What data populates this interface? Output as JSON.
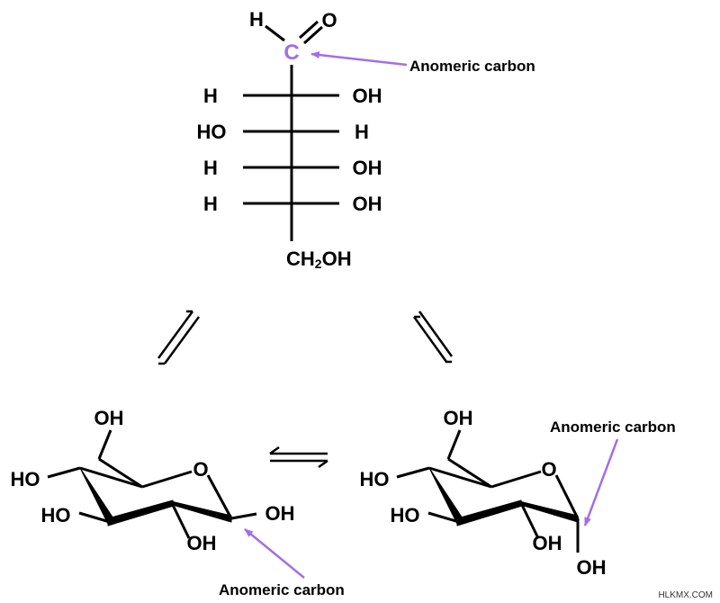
{
  "colors": {
    "bond": "#000000",
    "highlight": "#a46ee6",
    "background": "#ffffff"
  },
  "fischer": {
    "aldehyde_h": "H",
    "aldehyde_o": "O",
    "anomeric_c": "C",
    "rows": [
      {
        "left": "H",
        "right": "OH"
      },
      {
        "left": "HO",
        "right": "H"
      },
      {
        "left": "H",
        "right": "OH"
      },
      {
        "left": "H",
        "right": "OH"
      }
    ],
    "bottom_ch": "CH",
    "bottom_sub": "2",
    "bottom_oh": "OH"
  },
  "labels": {
    "top": "Anomeric carbon",
    "bottom_left": "Anomeric carbon",
    "right": "Anomeric carbon"
  },
  "beta_ring": {
    "ch2oh": "OH",
    "ring_o": "O",
    "c4_oh": "HO",
    "c3_oh": "HO",
    "c2_oh": "OH",
    "c1_oh": "OH"
  },
  "alpha_ring": {
    "ch2oh": "OH",
    "ring_o": "O",
    "c4_oh": "HO",
    "c3_oh": "HO",
    "c2_oh": "OH",
    "c1_oh": "OH"
  },
  "watermark": "HLKMX.COM"
}
